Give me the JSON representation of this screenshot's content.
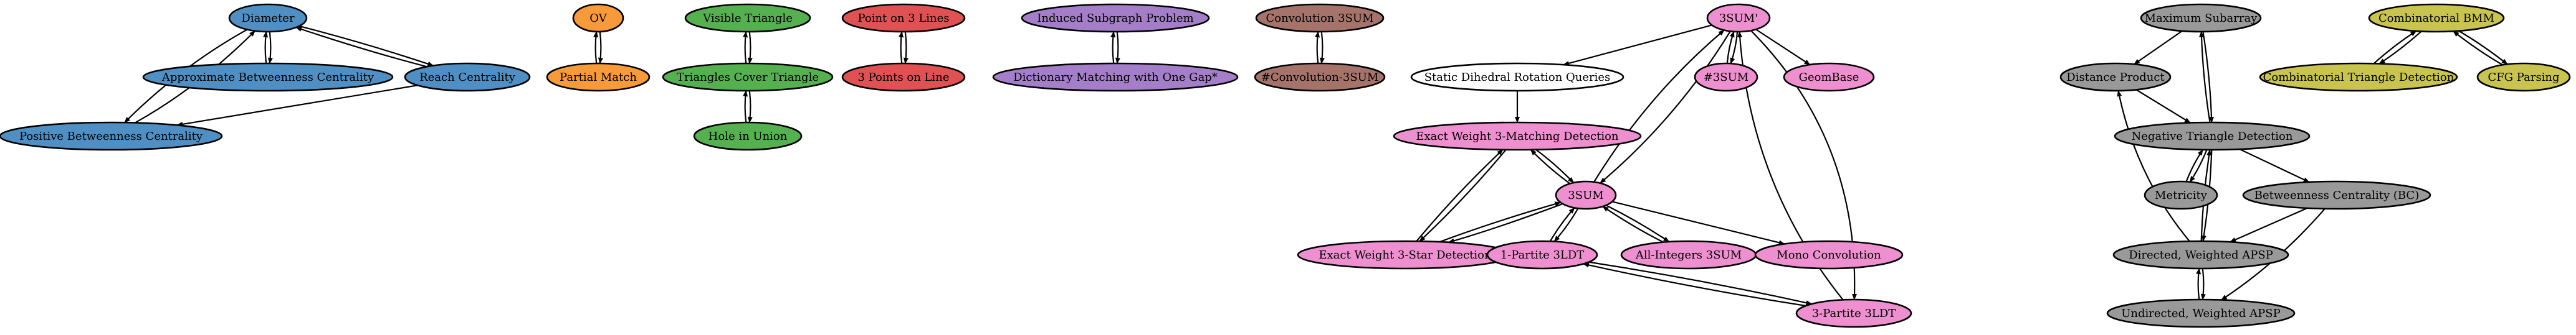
{
  "colors": {
    "blue": "#4f8fc4",
    "orange": "#f79a3a",
    "green": "#55b04f",
    "red": "#e05153",
    "lavender": "#a57ec9",
    "brown": "#a6736b",
    "pink": "#ee8fcf",
    "gray": "#999999",
    "olive": "#c8c44f",
    "white": "#ffffff",
    "stroke": "#000000"
  },
  "nodes": [
    {
      "id": "diameter",
      "label": "Diameter",
      "color": "blue"
    },
    {
      "id": "approx_bc",
      "label": "Approximate Betweenness Centrality",
      "color": "blue"
    },
    {
      "id": "reach",
      "label": "Reach Centrality",
      "color": "blue"
    },
    {
      "id": "pos_bc",
      "label": "Positive Betweenness Centrality",
      "color": "blue"
    },
    {
      "id": "ov",
      "label": "OV",
      "color": "orange"
    },
    {
      "id": "partial",
      "label": "Partial Match",
      "color": "orange"
    },
    {
      "id": "visible_tri",
      "label": "Visible Triangle",
      "color": "green"
    },
    {
      "id": "tri_cover",
      "label": "Triangles Cover Triangle",
      "color": "green"
    },
    {
      "id": "hole",
      "label": "Hole in Union",
      "color": "green"
    },
    {
      "id": "point3",
      "label": "Point on 3 Lines",
      "color": "red"
    },
    {
      "id": "three_pts",
      "label": "3 Points on Line",
      "color": "red"
    },
    {
      "id": "induced",
      "label": "Induced Subgraph Problem",
      "color": "lavender"
    },
    {
      "id": "dict",
      "label": "Dictionary Matching with One Gap*",
      "color": "lavender"
    },
    {
      "id": "conv3sum",
      "label": "Convolution 3SUM",
      "color": "brown"
    },
    {
      "id": "sharpconv",
      "label": "#Convolution-3SUM",
      "color": "brown"
    },
    {
      "id": "threesum_p",
      "label": "3SUM'",
      "color": "pink"
    },
    {
      "id": "static_dih",
      "label": "Static Dihedral Rotation Queries",
      "color": "white"
    },
    {
      "id": "sharp3sum",
      "label": "#3SUM",
      "color": "pink"
    },
    {
      "id": "geombase",
      "label": "GeomBase",
      "color": "pink"
    },
    {
      "id": "exact3match",
      "label": "Exact Weight 3-Matching Detection",
      "color": "pink"
    },
    {
      "id": "threesum",
      "label": "3SUM",
      "color": "pink"
    },
    {
      "id": "exact3star",
      "label": "Exact Weight 3-Star Detection",
      "color": "pink"
    },
    {
      "id": "p1_3ldt",
      "label": "1-Partite 3LDT",
      "color": "pink"
    },
    {
      "id": "allint",
      "label": "All-Integers 3SUM",
      "color": "pink"
    },
    {
      "id": "monoconv",
      "label": "Mono Convolution",
      "color": "pink"
    },
    {
      "id": "p3_3ldt",
      "label": "3-Partite 3LDT",
      "color": "pink"
    },
    {
      "id": "maxsub",
      "label": "Maximum Subarray",
      "color": "gray"
    },
    {
      "id": "distprod",
      "label": "Distance Product",
      "color": "gray"
    },
    {
      "id": "negtri",
      "label": "Negative Triangle Detection",
      "color": "gray"
    },
    {
      "id": "metricity",
      "label": "Metricity",
      "color": "gray"
    },
    {
      "id": "bc",
      "label": "Betweenness Centrality (BC)",
      "color": "gray"
    },
    {
      "id": "dir_apsp",
      "label": "Directed, Weighted APSP",
      "color": "gray"
    },
    {
      "id": "undir_apsp",
      "label": "Undirected, Weighted APSP",
      "color": "gray"
    },
    {
      "id": "comb_bmm",
      "label": "Combinatorial BMM",
      "color": "olive"
    },
    {
      "id": "comb_tri",
      "label": "Combinatorial Triangle Detection",
      "color": "olive"
    },
    {
      "id": "cfg",
      "label": "CFG Parsing",
      "color": "olive"
    }
  ]
}
